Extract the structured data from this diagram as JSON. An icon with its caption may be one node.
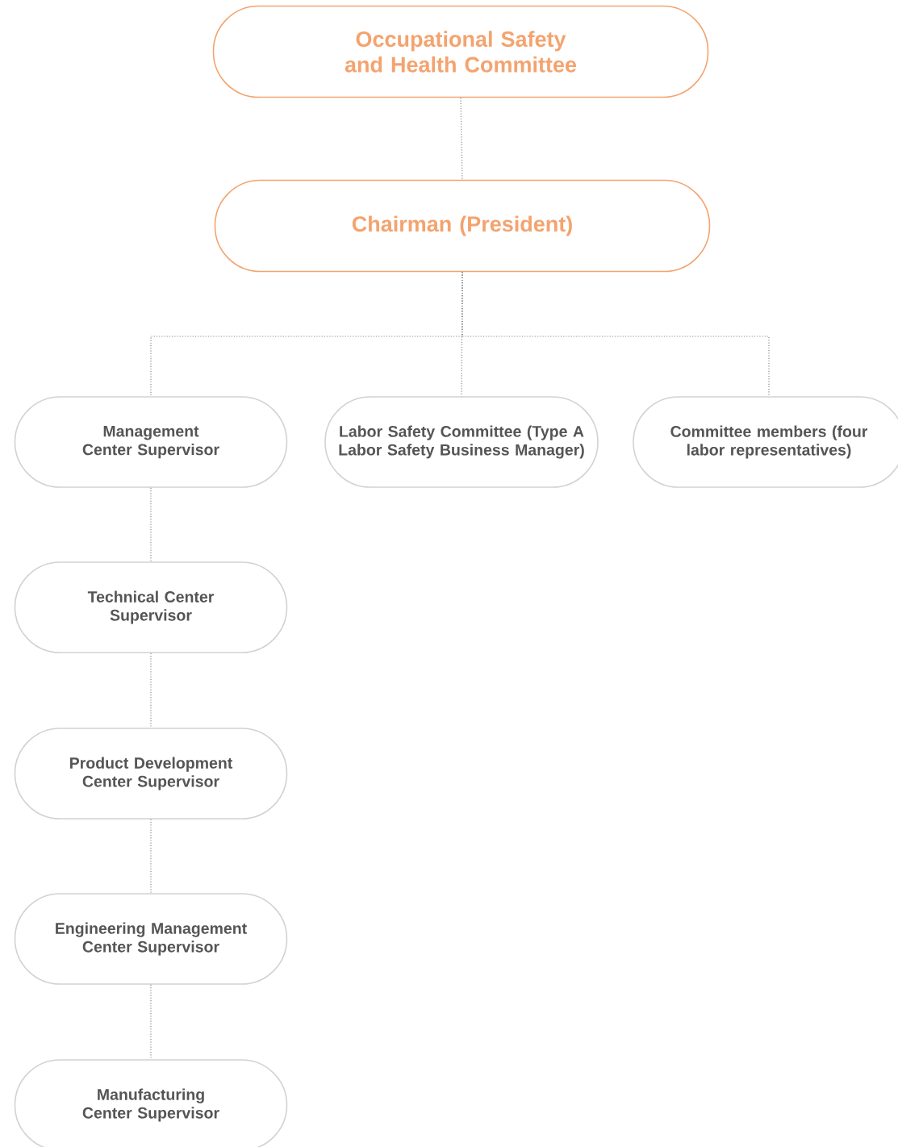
{
  "diagram": {
    "nodes": [
      {
        "text": [
          "Occupational Safety and Health Committee"
        ]
      },
      {
        "text": [
          "Chairman (President)"
        ]
      },
      {
        "text": [
          "Management Center Supervisor"
        ]
      },
      {
        "text": [
          "Labor Safety Committee (Type A Labor Safety Business Manager)"
        ]
      },
      {
        "text": [
          "Committee members (four labor representatives)"
        ]
      },
      {
        "text": [
          "Technical Center Supervisor"
        ]
      },
      {
        "text": [
          "Product Development Center Supervisor"
        ]
      },
      {
        "text": [
          "Engineering Management Center Supervisor"
        ]
      },
      {
        "text": [
          "Manufacturing Center Supervisor"
        ]
      }
    ],
    "edges": [
      {
        "from": 0,
        "to": 1,
        "arrow": "none"
      },
      {
        "from": 1,
        "to": 2,
        "arrow": "none"
      },
      {
        "from": 1,
        "to": 3,
        "arrow": "none"
      },
      {
        "from": 1,
        "to": 4,
        "arrow": "none"
      },
      {
        "from": 2,
        "to": 5,
        "arrow": "none"
      },
      {
        "from": 5,
        "to": 6,
        "arrow": "none"
      },
      {
        "from": 6,
        "to": 7,
        "arrow": "none"
      },
      {
        "from": 7,
        "to": 8,
        "arrow": "none"
      }
    ]
  }
}
